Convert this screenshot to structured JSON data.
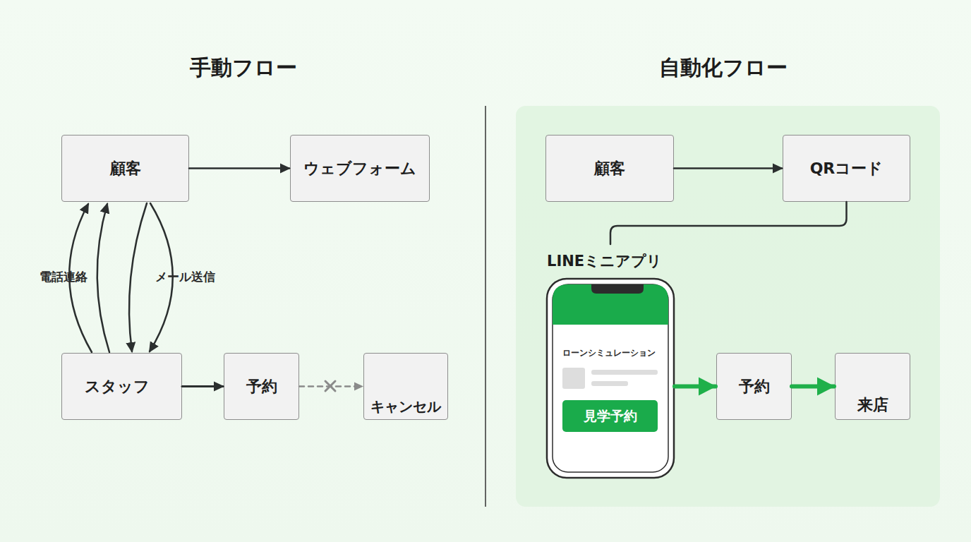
{
  "diagram": {
    "nodes": [
      {
        "text": [
          "顧客"
        ]
      },
      {
        "text": [
          "ウェブフォーム"
        ]
      },
      {
        "text": [
          "スタッフ"
        ]
      },
      {
        "text": [
          "予約"
        ]
      },
      {
        "text": [
          "キャンセル"
        ]
      },
      {
        "text": [
          "顧客"
        ]
      },
      {
        "text": [
          "QRコード"
        ]
      },
      {
        "text": [
          "LINEミニアプリ",
          "ローンシミュレーション"
        ]
      },
      {
        "text": [
          "見学予約"
        ],
        "in": 7
      },
      {
        "text": [
          "予約"
        ]
      },
      {
        "text": [
          "来店"
        ]
      }
    ],
    "edges": [
      {
        "from": 0,
        "to": 1,
        "arrow": "to"
      },
      {
        "from": 2,
        "to": 0,
        "label": "電話連絡",
        "arrow": "to"
      },
      {
        "from": 2,
        "to": 0,
        "arrow": "to"
      },
      {
        "from": 0,
        "to": 2,
        "arrow": "to"
      },
      {
        "from": 0,
        "to": 2,
        "label": "メール送信",
        "arrow": "to"
      },
      {
        "from": 2,
        "to": 3,
        "arrow": "to"
      },
      {
        "from": 3,
        "to": 4,
        "arrow": "to"
      },
      {
        "from": 5,
        "to": 6,
        "arrow": "to"
      },
      {
        "from": 6,
        "to": 7,
        "arrow": "none"
      },
      {
        "from": 7,
        "to": 9,
        "arrow": "to"
      },
      {
        "from": 9,
        "to": 10,
        "arrow": "to"
      }
    ],
    "labels": [
      "手動フロー",
      "自動化フロー"
    ]
  }
}
